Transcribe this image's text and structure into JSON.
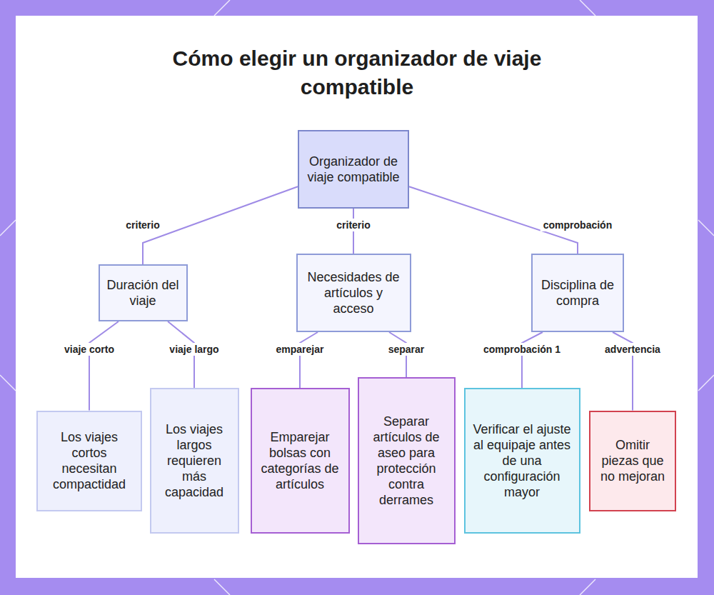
{
  "diagram": {
    "title": "Cómo elegir un organizador de viaje compatible",
    "nodes": [
      {
        "text": [
          "Organizador de viaje compatible"
        ]
      },
      {
        "text": [
          "Duración del viaje"
        ]
      },
      {
        "text": [
          "Necesidades de artículos y acceso"
        ]
      },
      {
        "text": [
          "Disciplina de compra"
        ]
      },
      {
        "text": [
          "Los viajes cortos necesitan compactidad"
        ]
      },
      {
        "text": [
          "Los viajes largos requieren más capacidad"
        ]
      },
      {
        "text": [
          "Emparejar bolsas con categorías de artículos"
        ]
      },
      {
        "text": [
          "Separar artículos de aseo para protección contra derrames"
        ]
      },
      {
        "text": [
          "Verificar el ajuste al equipaje antes de una configuración mayor"
        ]
      },
      {
        "text": [
          "Omitir piezas que no mejoran"
        ]
      }
    ],
    "edges": [
      {
        "from": 0,
        "to": 1,
        "label": "criterio",
        "arrow": "none"
      },
      {
        "from": 0,
        "to": 2,
        "label": "criterio",
        "arrow": "none"
      },
      {
        "from": 0,
        "to": 3,
        "label": "comprobación",
        "arrow": "none"
      },
      {
        "from": 1,
        "to": 4,
        "label": "viaje corto",
        "arrow": "none"
      },
      {
        "from": 1,
        "to": 5,
        "label": "viaje largo",
        "arrow": "none"
      },
      {
        "from": 2,
        "to": 6,
        "label": "emparejar",
        "arrow": "none"
      },
      {
        "from": 2,
        "to": 7,
        "label": "separar",
        "arrow": "none"
      },
      {
        "from": 3,
        "to": 8,
        "label": "comprobación 1",
        "arrow": "none"
      },
      {
        "from": 3,
        "to": 9,
        "label": "advertencia",
        "arrow": "none"
      }
    ]
  }
}
